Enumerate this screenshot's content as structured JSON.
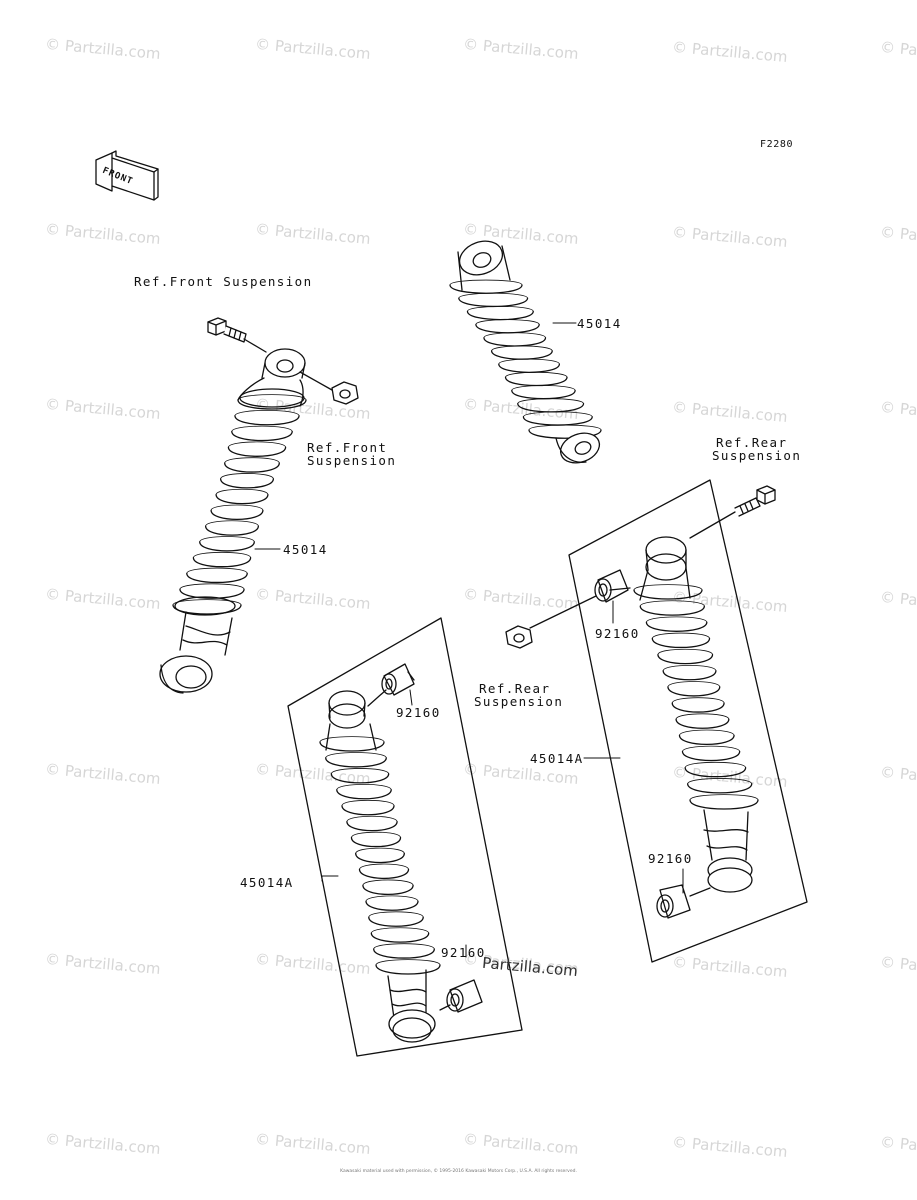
{
  "figure_code": "F2280",
  "front_arrow": "FRONT",
  "watermark": "© Partzilla.com",
  "watermark_overlay": "Partzilla.com",
  "copyright": "Kawasaki material used with permission, © 1995-2016 Kawasaki Motors Corp., U.S.A. All rights reserved.",
  "labels": {
    "ref_front_suspension_top": "Ref.Front Suspension",
    "ref_front_suspension_nut": [
      "Ref.Front",
      "Suspension"
    ],
    "part_45014_front": "45014",
    "part_45014_loose": "45014",
    "ref_rear_suspension_bolt": [
      "Ref.Rear",
      "Suspension"
    ],
    "ref_rear_suspension_nut": [
      "Ref.Rear",
      "Suspension"
    ],
    "part_92160_upper_right": "92160",
    "part_92160_lower_right": "92160",
    "part_45014A_right": "45014A",
    "part_92160_upper_left": "92160",
    "part_92160_lower_left": "92160",
    "part_45014A_left": "45014A"
  }
}
